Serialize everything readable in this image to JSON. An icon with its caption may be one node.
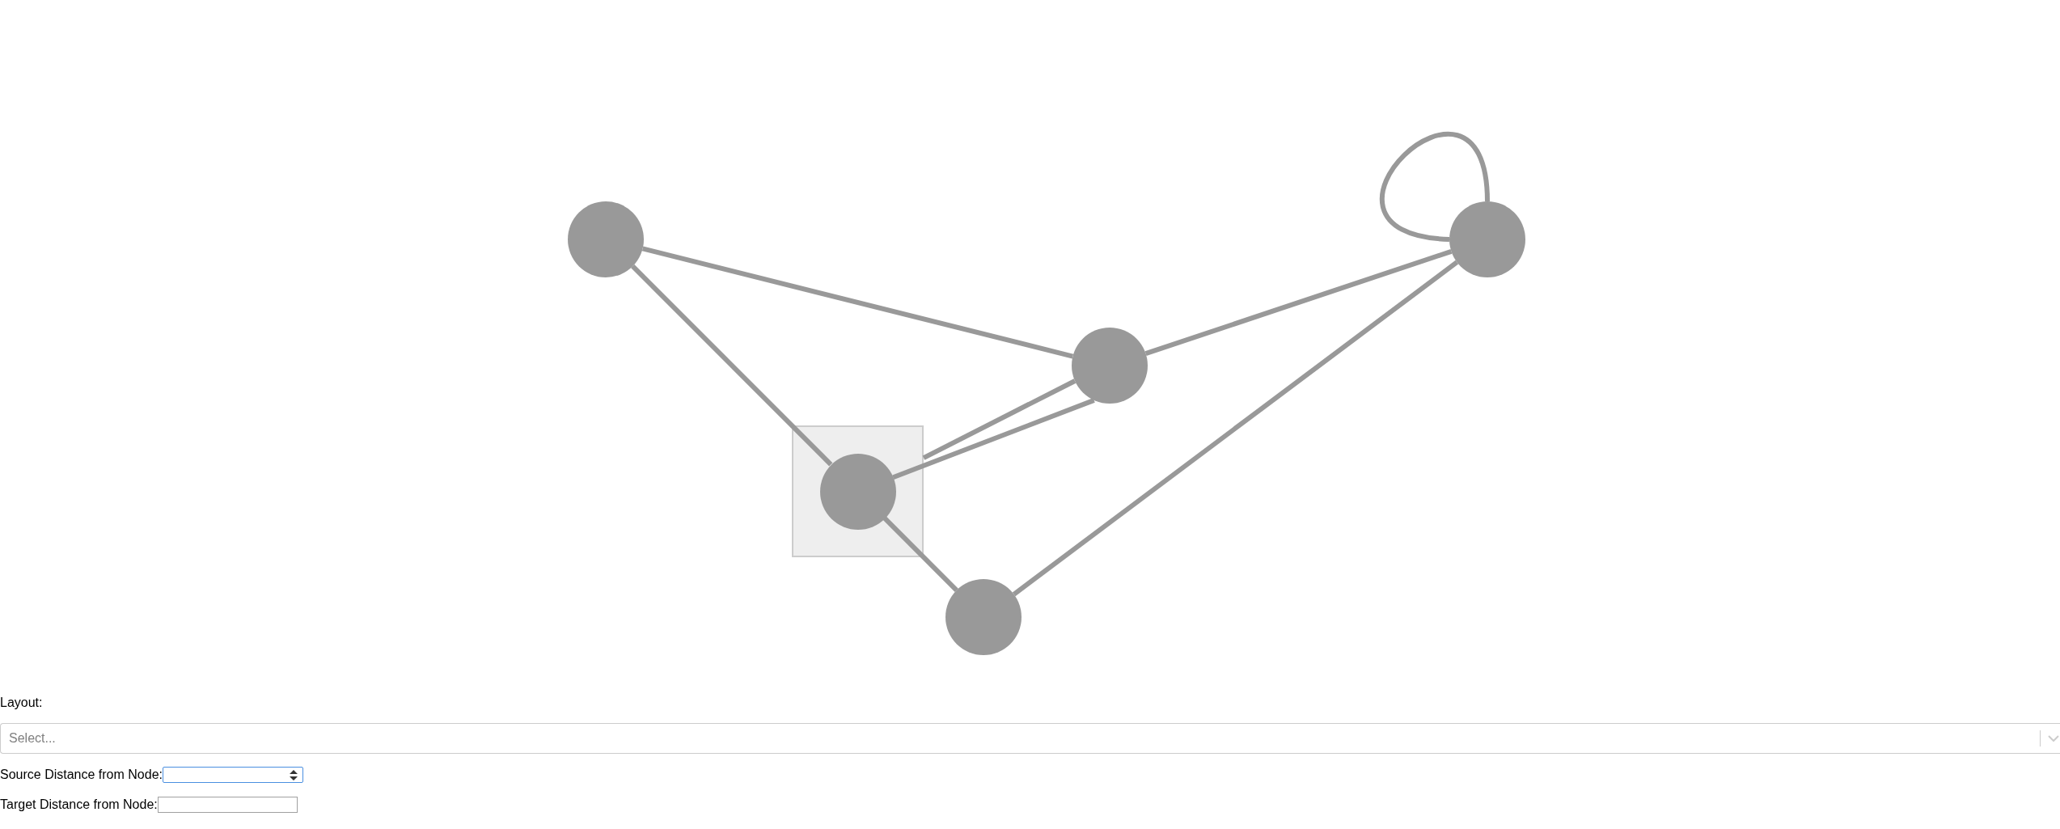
{
  "diagram": {
    "nodes": [
      {
        "text": [],
        "shape": "circle"
      },
      {
        "text": [],
        "shape": "circle"
      },
      {
        "text": [],
        "shape": "circle"
      },
      {
        "text": [],
        "shape": "box"
      },
      {
        "text": [],
        "shape": "circle",
        "in": 3
      },
      {
        "text": [],
        "shape": "circle"
      }
    ],
    "edges": [
      {
        "from": 0,
        "to": 2,
        "arrow": "none"
      },
      {
        "from": 0,
        "to": 4,
        "arrow": "none"
      },
      {
        "from": 3,
        "to": 2,
        "arrow": "none"
      },
      {
        "from": 4,
        "to": 2,
        "arrow": "none"
      },
      {
        "from": 4,
        "to": 5,
        "arrow": "none"
      },
      {
        "from": 5,
        "to": 1,
        "arrow": "none"
      },
      {
        "from": 2,
        "to": 1,
        "arrow": "none"
      },
      {
        "from": 1,
        "to": 1,
        "arrow": "none"
      }
    ],
    "labels": [
      "Layout:",
      "Select...",
      "Source Distance from Node:",
      "Target Distance from Node:"
    ]
  }
}
